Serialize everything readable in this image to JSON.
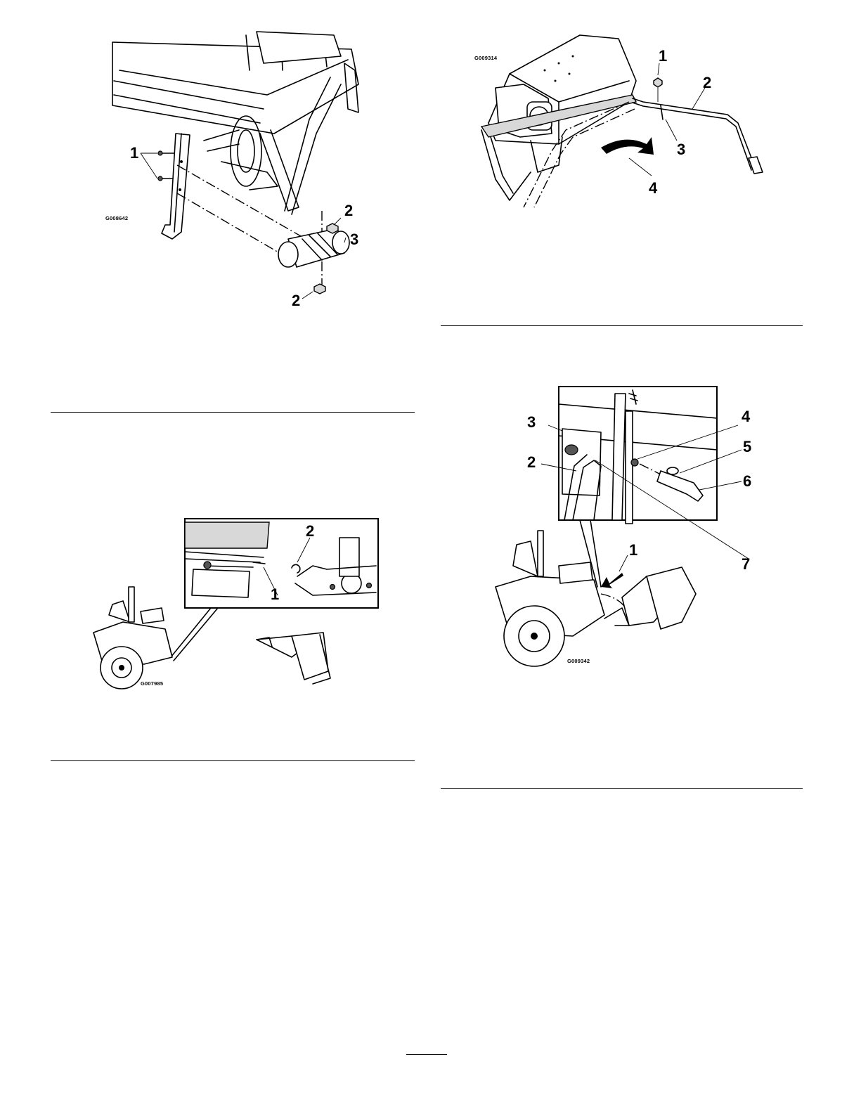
{
  "figures": {
    "fig_top_left": {
      "code": "G008642",
      "callouts": [
        "1",
        "2",
        "3",
        "2"
      ]
    },
    "fig_top_right": {
      "code": "G009314",
      "callouts": [
        "1",
        "2",
        "3",
        "4"
      ]
    },
    "fig_mid_left": {
      "code": "G007985",
      "callouts": [
        "2",
        "1"
      ]
    },
    "fig_mid_right": {
      "code": "G009342",
      "callouts": [
        "3",
        "4",
        "2",
        "5",
        "6",
        "1",
        "7"
      ]
    }
  }
}
